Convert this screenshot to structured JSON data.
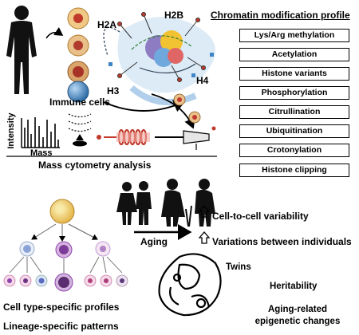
{
  "histones": {
    "h2a": "H2A",
    "h2b": "H2B",
    "h3": "H3",
    "h4": "H4"
  },
  "immune_cells_label": "Immune cells",
  "spectrum": {
    "ylabel": "Intensity",
    "xlabel": "Mass"
  },
  "mass_cytometry_label": "Mass cytometry analysis",
  "profile": {
    "title": "Chromatin modification profile",
    "items": [
      "Lys/Arg methylation",
      "Acetylation",
      "Histone variants",
      "Phosphorylation",
      "Citrullination",
      "Ubiquitination",
      "Crotonylation",
      "Histone clipping"
    ]
  },
  "variability": {
    "cell_to_cell": "Cell-to-cell variability",
    "between_individuals": "Variations between individuals"
  },
  "aging_label": "Aging",
  "twins_label": "Twins",
  "heritability_label": "Heritability",
  "aging_related": {
    "line1": "Aging-related",
    "line2": "epigenetic changes"
  },
  "cell_type_label": "Cell type-specific profiles",
  "lineage_label": "Lineage-specific patterns",
  "colors": {
    "accent_red": "#c0392b",
    "nucleosome_blue": "#9ec3e6",
    "cell_purple": "#8e44ad"
  }
}
